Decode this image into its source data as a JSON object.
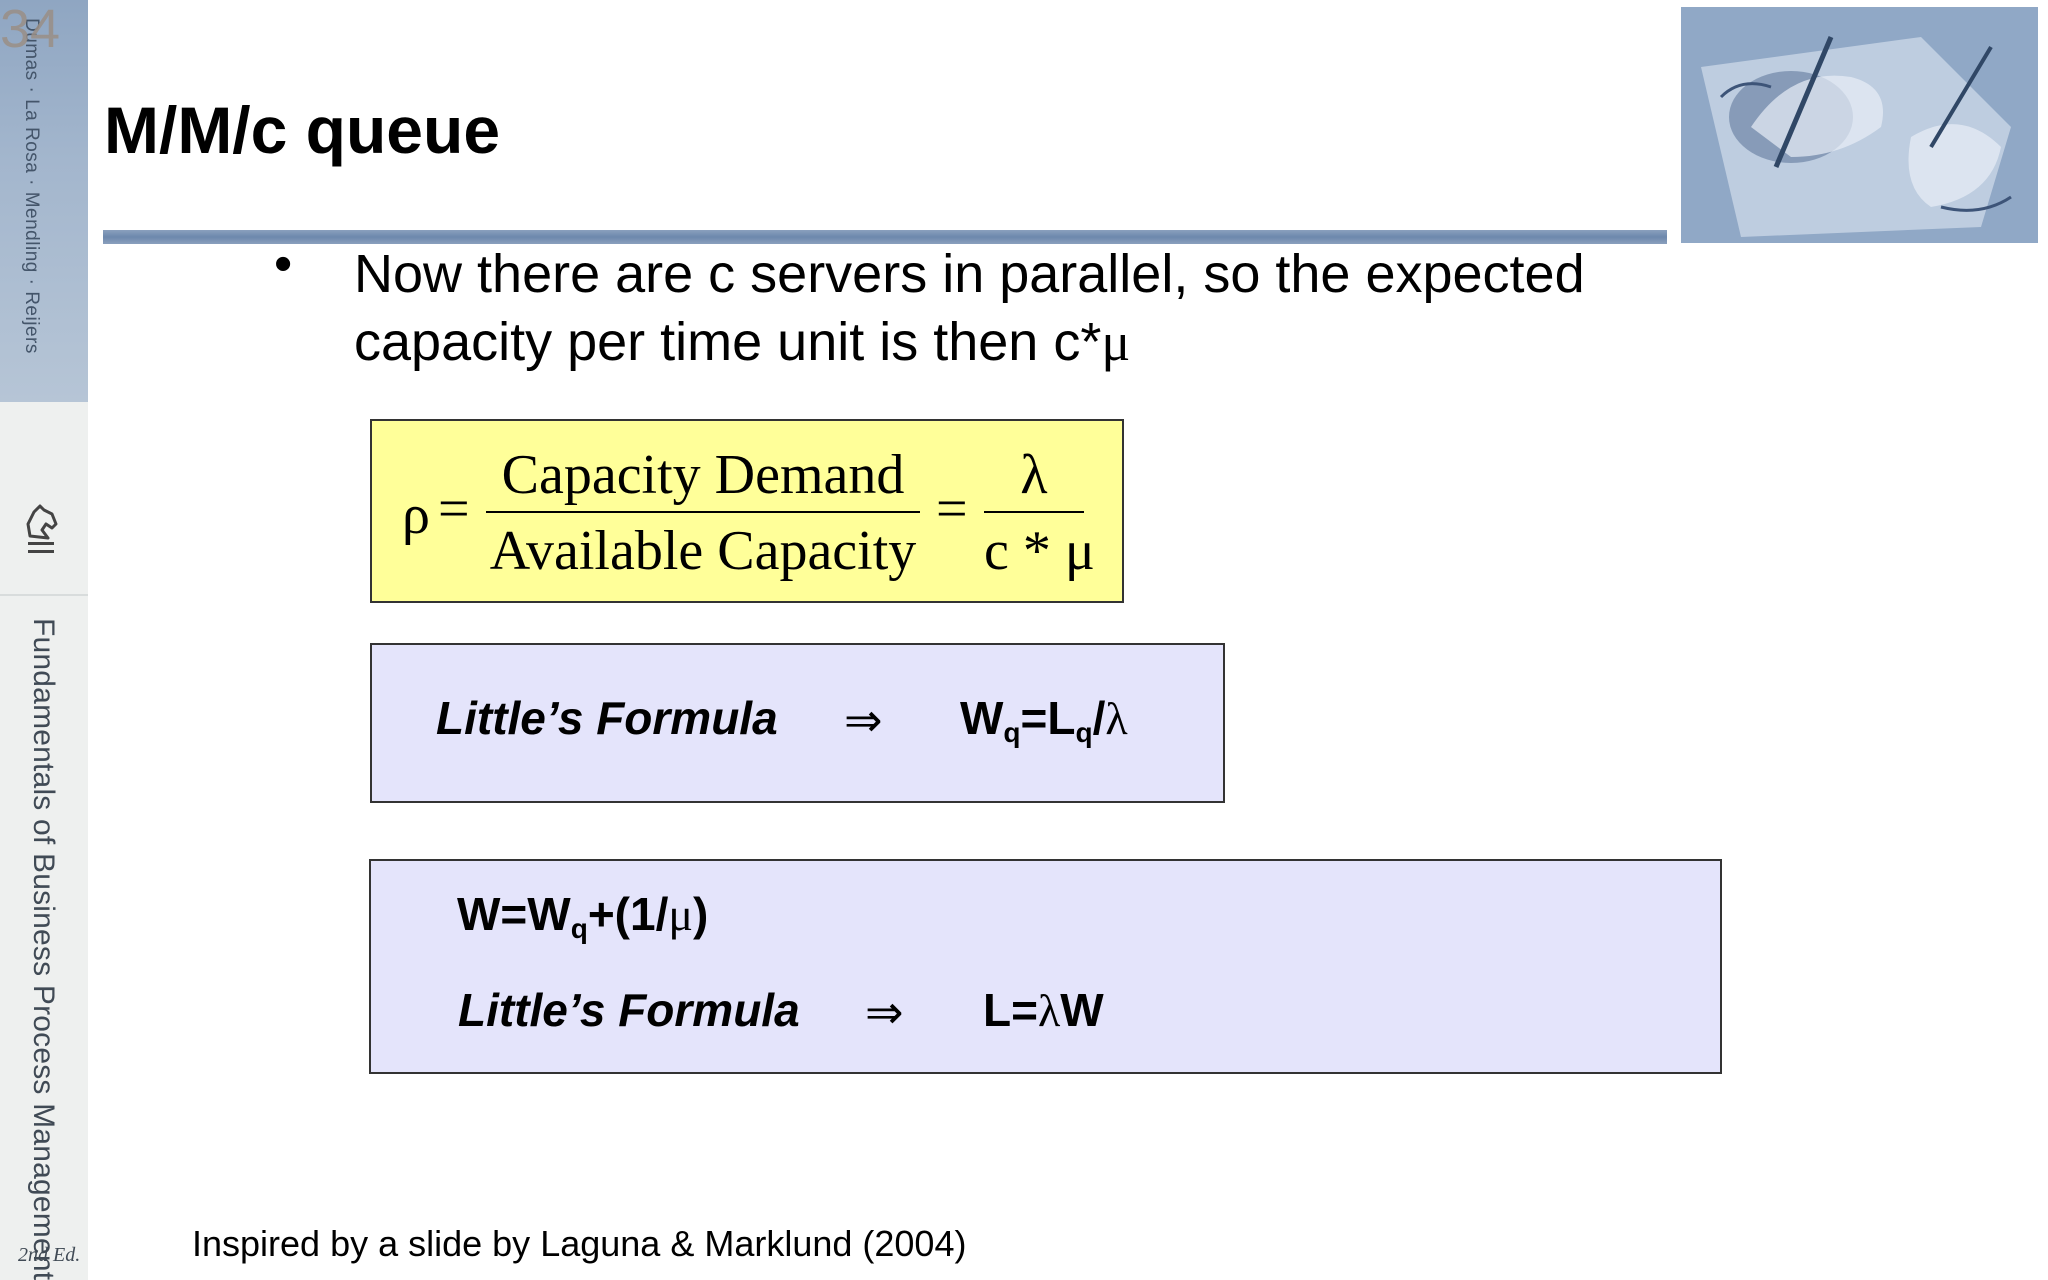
{
  "slide_number": "34",
  "spine": {
    "authors": "Dumas · La Rosa · Mendling · Reijers",
    "title": "Fundamentals of Business Process Management",
    "edition": "2nd Ed."
  },
  "title": "M/M/c queue",
  "bullet": {
    "text_line1": "Now there are c servers in parallel, so the expected",
    "text_line2": "capacity per time unit is then c*",
    "text_mu": "μ"
  },
  "rho_formula": {
    "symbol": "ρ",
    "eq1": "=",
    "frac1_num": "Capacity Demand",
    "frac1_den": "Available Capacity",
    "eq2": "=",
    "frac2_num": "λ",
    "frac2_den": "c * μ"
  },
  "little_formula_1": {
    "label": "Little’s Formula",
    "arrow": "⇒",
    "W": "W",
    "W_sub": "q",
    "eq_L": "=L",
    "L_sub": "q",
    "slash": "/",
    "lambda": "λ"
  },
  "little_formula_2": {
    "line1_W": "W=W",
    "line1_sub": "q",
    "line1_open": "+(1/",
    "line1_mu": "μ",
    "line1_close": ")",
    "label": "Little’s Formula",
    "arrow": "⇒",
    "L_eq": "L=",
    "lambda": "λ",
    "W": "W"
  },
  "footer_credit": "Inspired by a slide by Laguna & Marklund (2004)",
  "colors": {
    "highlight_box": "#ffff99",
    "formula_box": "#e4e4fb",
    "title_rule": "#6d88ad"
  }
}
